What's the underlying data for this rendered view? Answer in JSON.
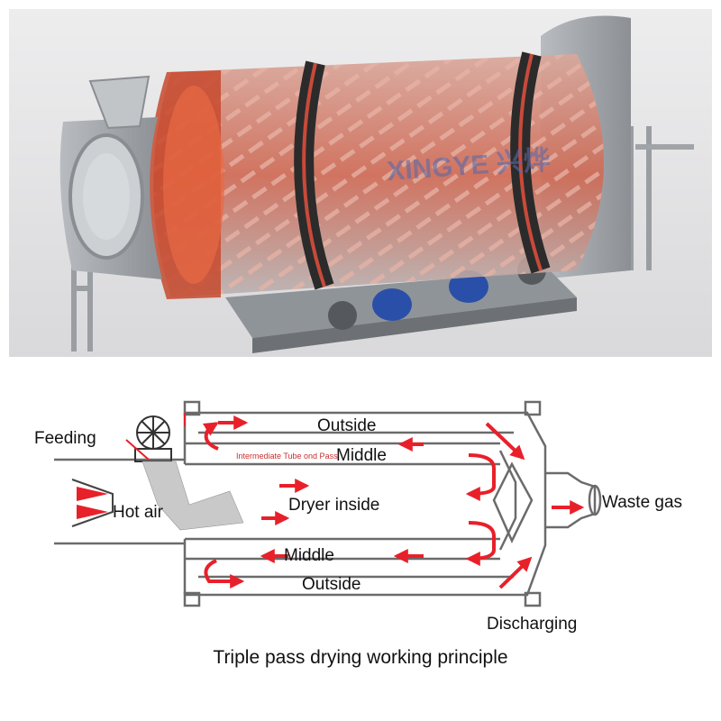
{
  "photo": {
    "brand_text": "XINGYE 兴烨",
    "colors": {
      "background": "#e7e7e9",
      "drum_red": "#c84a3a",
      "ring": "#2b2b2b",
      "motor_blue": "#2a4fa8",
      "steel": "#a9adb2"
    }
  },
  "diagram": {
    "labels": {
      "feeding": "Feeding",
      "hot_air": "Hot air",
      "outside_top": "Outside",
      "middle_top": "Middle",
      "dryer_inside": "Dryer inside",
      "middle_bottom": "Middle",
      "outside_bottom": "Outside",
      "waste_gas": "Waste gas",
      "discharging": "Discharging",
      "tube_text": "Intermediate Tube                    ond Pass"
    },
    "caption": "Triple pass drying working principle",
    "colors": {
      "arrow": "#e8202a",
      "line": "#6b6b6b",
      "text": "#111111"
    }
  }
}
